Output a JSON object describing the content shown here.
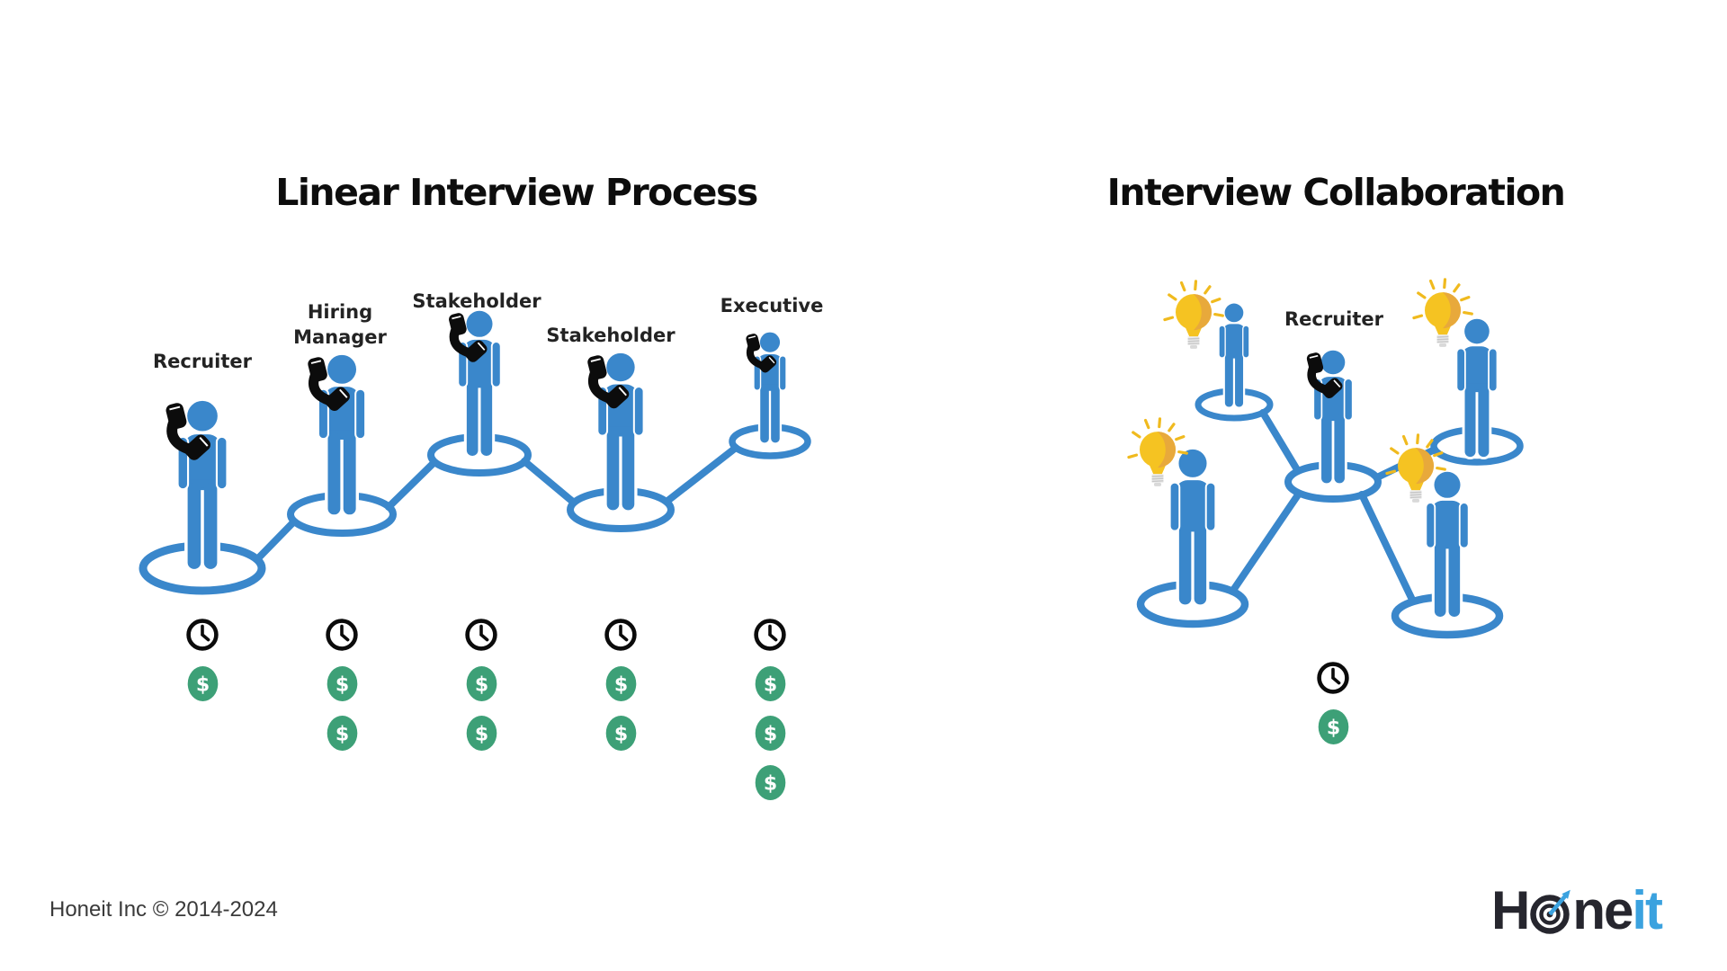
{
  "titles": {
    "left": "Linear Interview Process",
    "right": "Interview Collaboration"
  },
  "left_panel": {
    "description": "sequential phone interviews, each adding time and cost",
    "roles": [
      {
        "label": "Recruiter",
        "clocks": 1,
        "dollars": 1
      },
      {
        "label": "Hiring Manager",
        "clocks": 1,
        "dollars": 2
      },
      {
        "label": "Stakeholder",
        "clocks": 1,
        "dollars": 2
      },
      {
        "label": "Stakeholder",
        "clocks": 1,
        "dollars": 2
      },
      {
        "label": "Executive",
        "clocks": 1,
        "dollars": 3
      }
    ]
  },
  "right_panel": {
    "center_label": "Recruiter",
    "participants": 5,
    "lightbulbs": 4,
    "clocks": 1,
    "dollars": 1
  },
  "icons": {
    "currency_symbol": "$"
  },
  "footer": {
    "copyright": "Honeit Inc © 2014-2024"
  },
  "logo": {
    "part1": "H",
    "part2": "ne",
    "part3": "it"
  },
  "colors": {
    "figure_blue": "#3a87cb",
    "coin_green": "#3da077",
    "bulb_yellow": "#f5c322",
    "logo_blue": "#3ba2df",
    "ink": "#0d0d0d"
  }
}
